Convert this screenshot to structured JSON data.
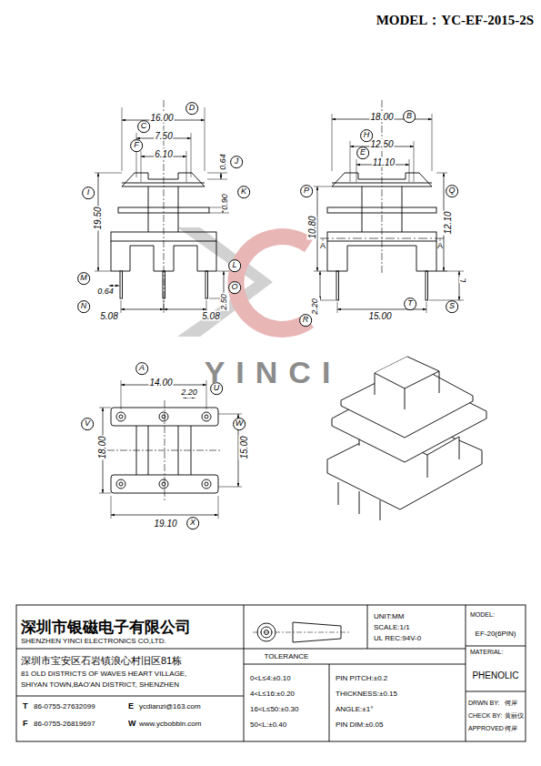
{
  "diagram": {
    "labels": [
      "MODEL：YC-EF-2015-2S",
      "16.00",
      "D",
      "7.50",
      "C",
      "6.10",
      "F",
      "0.64",
      "J",
      "19.50",
      "I",
      "0.90",
      "K",
      "L",
      "2.50",
      "O",
      "M",
      "0.64",
      "N",
      "5.08",
      "5.08",
      "18.00",
      "B",
      "12.50",
      "H",
      "11.10",
      "E",
      "P",
      "10.80",
      "A",
      "A",
      "12.10",
      "Q",
      "L",
      "2.20",
      "R",
      "15.00",
      "T",
      "S",
      "14.00",
      "A",
      "2.20",
      "U",
      "18.00",
      "V",
      "15.00",
      "W",
      "19.10",
      "X",
      "YINCI",
      "深圳市银磁电子有限公司",
      "SHENZHEN YINCI ELECTRONICS CO,LTD.",
      "深圳市宝安区石岩镇浪心村旧区81栋",
      "81 OLD DISTRICTS OF WAVES HEART VILLAGE,",
      "SHIYAN TOWN,BAO'AN DISTRICT, SHENZHEN",
      "T",
      "86-0755-27632099",
      "E",
      "ycdianzi@163.com",
      "F",
      "86-0755-26819697",
      "W",
      "www.ycbobbin.com",
      "UNIT:MM",
      "SCALE:1/1",
      "UL REC:94V-0",
      "MODEL:",
      "EF-20(6PIN)",
      "MATERIAL:",
      "PHENOLIC",
      "TOLERANCE",
      "0<L≤4:±0.10",
      "4<L≤16:±0.20",
      "16<L≤50:±0.30",
      "50<L:±0.40",
      "PIN PITCH:±0.2",
      "THICKNESS:±0.15",
      "ANGLE:±1°",
      "PIN DIM:±0.05",
      "DRWN BY:",
      "何岸",
      "CHECK BY:",
      "黄丽仪",
      "APPROVED:",
      "何岸"
    ]
  }
}
